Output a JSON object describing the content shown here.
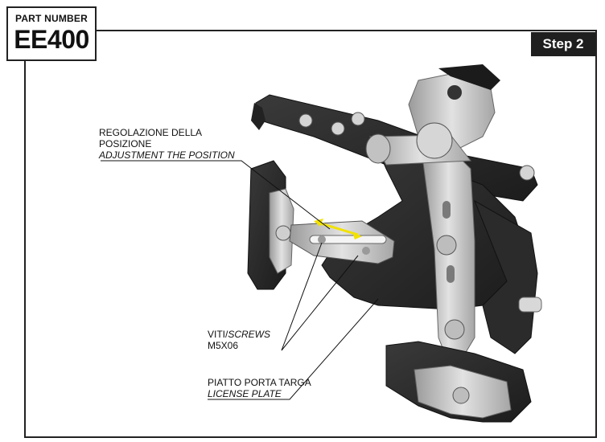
{
  "header": {
    "part_number_label": "PART NUMBER",
    "part_number": "EE400",
    "step": "Step 2"
  },
  "annotations": {
    "adjust_it_1": "REGOLAZIONE DELLA",
    "adjust_it_2": "POSIZIONE",
    "adjust_en": "ADJUSTMENT THE POSITION",
    "screws_it": "VITI/",
    "screws_en": "SCREWS",
    "screws_code": "M5X06",
    "plate_it": "PIATTO PORTA TARGA",
    "plate_en": "LICENSE PLATE"
  },
  "colors": {
    "frame_border": "#222222",
    "badge_bg": "#1f1f1f",
    "arrow_yellow": "#f2e200",
    "bracket_dark": "#2a2a2a",
    "bracket_silver": "#c8c8c8"
  }
}
